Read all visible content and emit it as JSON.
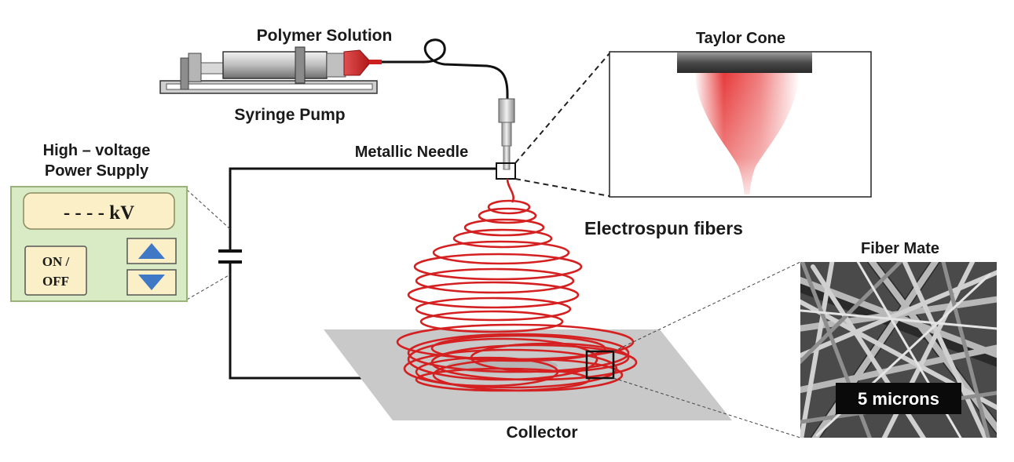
{
  "labels": {
    "polymer_solution": "Polymer Solution",
    "syringe_pump": "Syringe Pump",
    "power_supply_line1": "High – voltage",
    "power_supply_line2": "Power Supply",
    "metallic_needle": "Metallic Needle",
    "taylor_cone": "Taylor Cone",
    "electrospun_fibers": "Electrospun fibers",
    "fiber_mate": "Fiber Mate",
    "collector": "Collector",
    "scale_bar": "5 microns"
  },
  "power_supply": {
    "display": "- - - - kV",
    "switch_line1": "ON /",
    "switch_line2": "OFF"
  },
  "colors": {
    "fiber": "#d42020",
    "panel": "#d9ebc4",
    "panel_border": "#9ab37c",
    "button_fill": "#fbefc8",
    "arrow": "#3f78c5",
    "collector": "#c9c9c9",
    "wire": "#111111"
  },
  "icons": {
    "up": "triangle-up-icon",
    "down": "triangle-down-icon"
  }
}
